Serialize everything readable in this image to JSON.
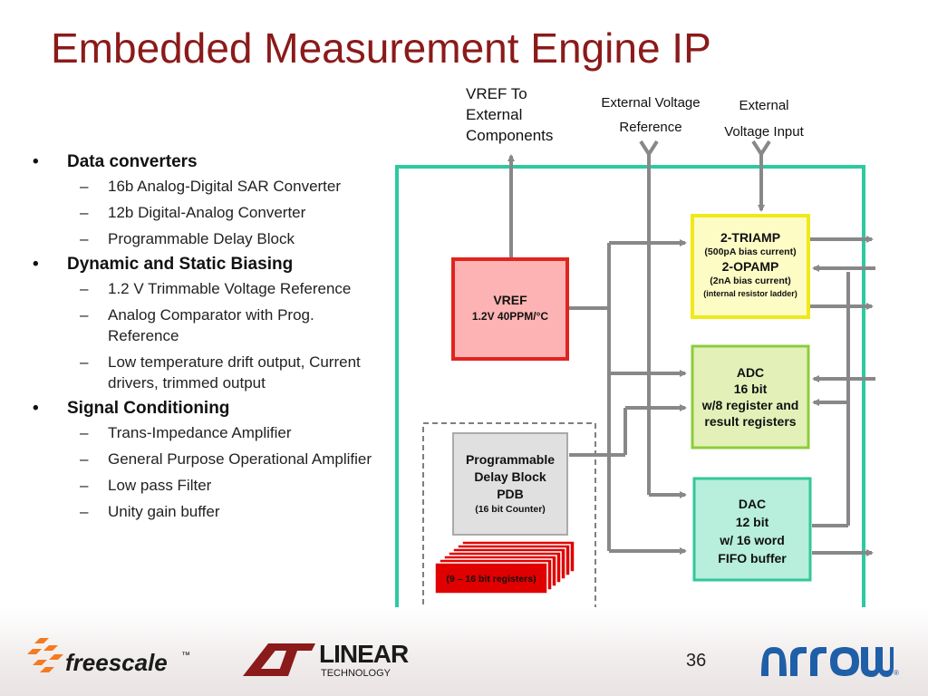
{
  "title": "Embedded Measurement Engine IP",
  "bullets": [
    {
      "label": "Data converters",
      "items": [
        "16b Analog-Digital SAR Converter",
        "12b Digital-Analog Converter",
        "Programmable Delay Block"
      ]
    },
    {
      "label": "Dynamic and Static Biasing",
      "items": [
        "1.2 V Trimmable Voltage Reference",
        "Analog Comparator with Prog. Reference",
        "Low temperature drift output, Current drivers, trimmed output"
      ]
    },
    {
      "label": "Signal Conditioning",
      "items": [
        "Trans-Impedance Amplifier",
        "General Purpose Operational Amplifier",
        "Low pass Filter",
        "Unity gain buffer"
      ]
    }
  ],
  "diagram": {
    "vref_out_label": [
      "VREF To",
      "External",
      "Components"
    ],
    "ext_vref_label": [
      "External Voltage",
      "Reference"
    ],
    "ext_vin_label": [
      "External",
      "Voltage Input"
    ],
    "vref_block": {
      "line1": "VREF",
      "line2": "1.2V 40PPM/°C"
    },
    "triamp_block": {
      "line1": "2-TRIAMP",
      "line2": "(500pA bias current)",
      "line3": "2-OPAMP",
      "line4": "(2nA bias current)",
      "line5": "(internal resistor ladder)"
    },
    "adc_block": {
      "line1": "ADC",
      "line2": "16 bit",
      "line3": "w/8 register and",
      "line4": "result registers"
    },
    "dac_block": {
      "line1": "DAC",
      "line2": "12 bit",
      "line3": "w/ 16 word",
      "line4": "FIFO buffer"
    },
    "pdb_block": {
      "line1": "Programmable",
      "line2": "Delay Block",
      "line3": "PDB",
      "line4": "(16 bit Counter)"
    },
    "registers_label": "(9 – 16 bit registers)"
  },
  "footer": {
    "page_number": "36",
    "logo_freescale": "freescale",
    "logo_freescale_tm": "™",
    "logo_linear_1": "LINEAR",
    "logo_linear_2": "TECHNOLOGY",
    "logo_arrow": "ARROW"
  },
  "colors": {
    "title": "#8b1a1a",
    "frame": "#2ec9a0",
    "vref_fill": "#fdb3b3",
    "vref_border": "#e0241f",
    "triamp_fill": "#fdfcc4",
    "triamp_border": "#f0e81a",
    "adc_fill": "#e3f0b8",
    "adc_border": "#8ccc3c",
    "dac_fill": "#b7eedc",
    "dac_border": "#33c79a",
    "pdb_fill": "#e0e0e0",
    "register_fill": "#e00000",
    "arrow": "#888888"
  }
}
